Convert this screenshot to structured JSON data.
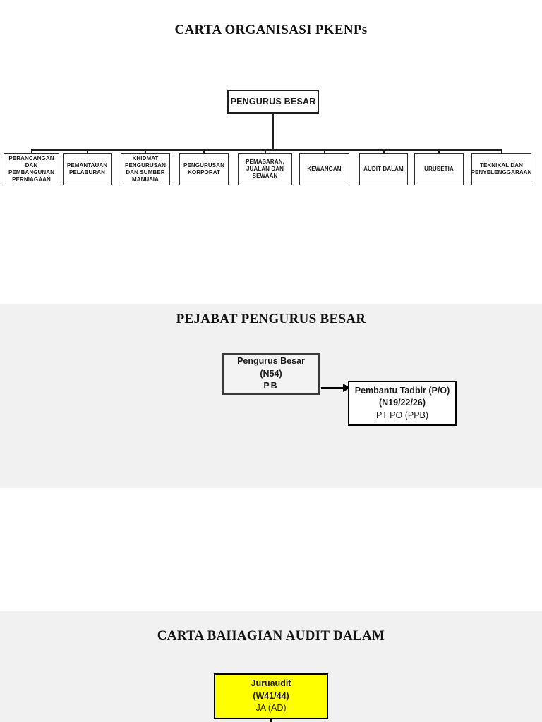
{
  "colors": {
    "page_bg": "#ffffff",
    "band_bg": "#f1f1f1",
    "box_border": "#2d2d2d",
    "text": "#1a1a1a",
    "highlight_yellow": "#ffff00"
  },
  "org_chart": {
    "title": "CARTA ORGANISASI PKENPs",
    "root_label": "PENGURUS BESAR",
    "departments": [
      {
        "label": "PERANCANGAN DAN PEMBANGUNAN PERNIAGAAN"
      },
      {
        "label": "PEMANTAUAN PELABURAN"
      },
      {
        "label": "KHIDMAT PENGURUSAN DAN SUMBER MANUSIA"
      },
      {
        "label": "PENGURUSAN KORPORAT"
      },
      {
        "label": "PEMASARAN, JUALAN DAN SEWAAN"
      },
      {
        "label": "KEWANGAN"
      },
      {
        "label": "AUDIT DALAM"
      },
      {
        "label": "URUSETIA"
      },
      {
        "label": "TEKNIKAL DAN PENYELENGGARAAN"
      }
    ]
  },
  "pejabat_section": {
    "title": "PEJABAT PENGURUS BESAR",
    "manager_box": {
      "title": "Pengurus Besar",
      "grade": "(N54)",
      "code": "PB"
    },
    "assistant_box": {
      "title": "Pembantu Tadbir (P/O)",
      "grade": "(N19/22/26)",
      "code": "PT PO (PPB)"
    }
  },
  "audit_section": {
    "title": "CARTA BAHAGIAN AUDIT DALAM",
    "auditor_box": {
      "title": "Juruaudit",
      "grade": "(W41/44)",
      "code": "JA (AD)"
    }
  }
}
